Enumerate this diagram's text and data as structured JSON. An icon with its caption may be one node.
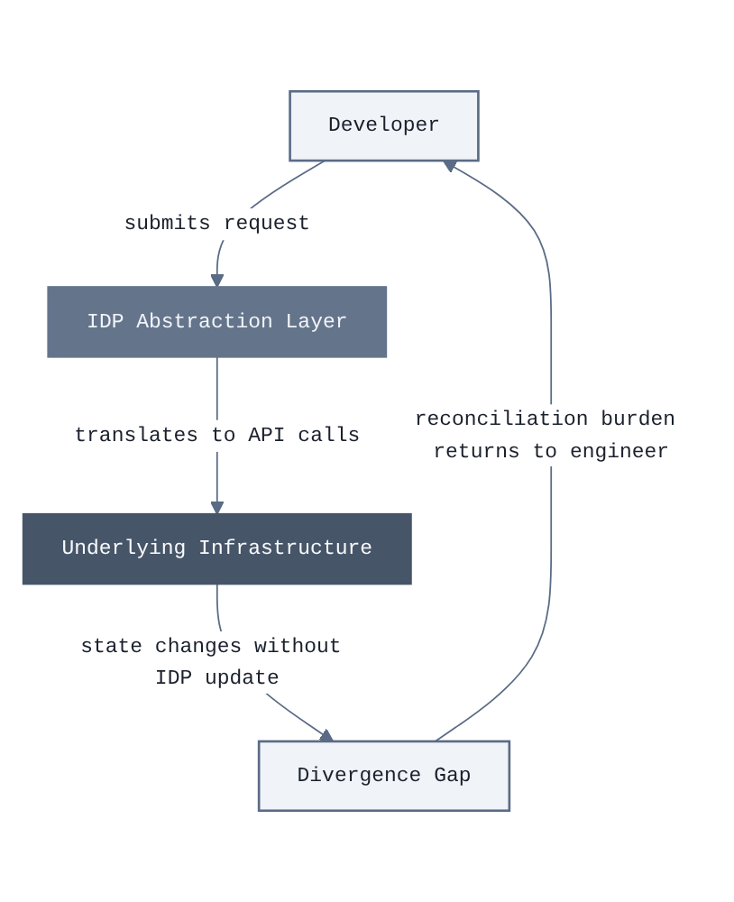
{
  "diagram": {
    "nodes": [
      {
        "text": [
          "Developer"
        ]
      },
      {
        "text": [
          "IDP Abstraction Layer"
        ]
      },
      {
        "text": [
          "Underlying Infrastructure"
        ]
      },
      {
        "text": [
          "Divergence Gap"
        ]
      }
    ],
    "edges": [
      {
        "from": 0,
        "to": 1,
        "arrow": "to",
        "label": "submits request"
      },
      {
        "from": 1,
        "to": 2,
        "arrow": "to",
        "label": "translates to API calls"
      },
      {
        "from": 2,
        "to": 3,
        "arrow": "to",
        "label": "state changes without IDP update"
      },
      {
        "from": 3,
        "to": 0,
        "arrow": "to",
        "label": "reconciliation burden returns to engineer"
      }
    ]
  }
}
